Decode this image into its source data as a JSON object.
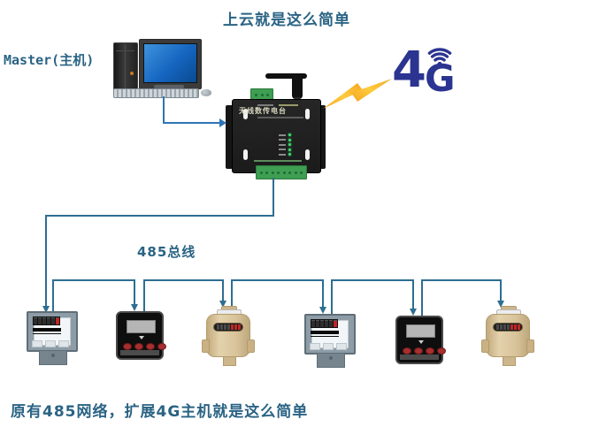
{
  "title": "上云就是这么简单",
  "caption": "原有485网络，扩展4G主机就是这么简单",
  "labels": {
    "master": "Master(主机)",
    "bus": "485总线"
  },
  "device": {
    "front_label": "无线数传电台",
    "led_count": 5
  },
  "logo_4g": {
    "four": "4",
    "g": "G"
  },
  "meters": [
    {
      "type": "electric"
    },
    {
      "type": "panel"
    },
    {
      "type": "gas"
    },
    {
      "type": "electric"
    },
    {
      "type": "panel"
    },
    {
      "type": "gas"
    }
  ],
  "colors": {
    "text_teal": "#2A6384",
    "line_teal": "#2D6E91",
    "arrow_blue": "#2E75B6",
    "logo_navy": "#2B3490",
    "lightning_orange": "#F5A623",
    "terminal_green": "#3E9E52",
    "meter_tan": "#D8C29A"
  }
}
